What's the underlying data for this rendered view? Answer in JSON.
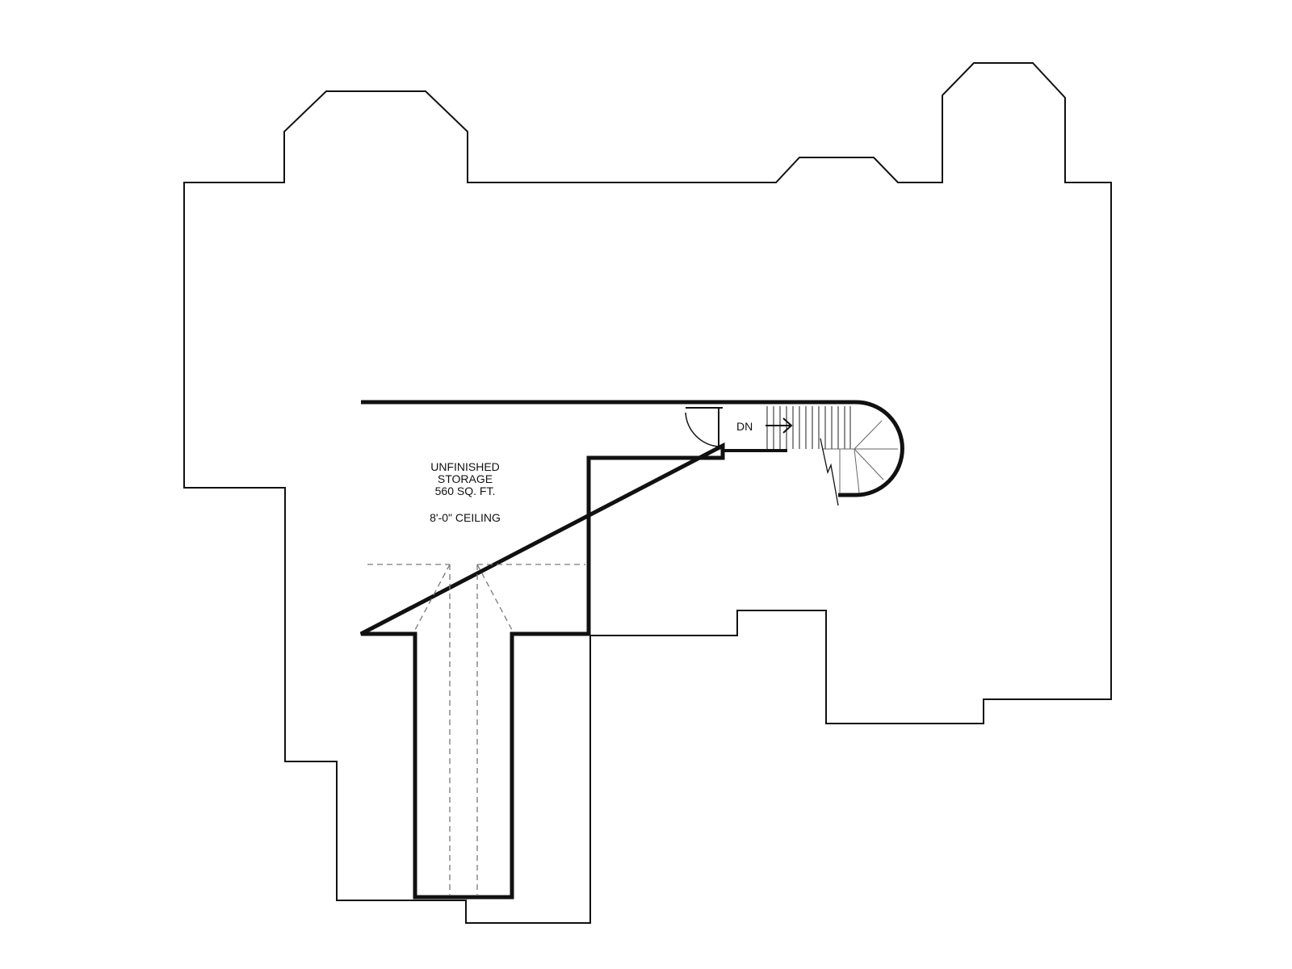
{
  "plan": {
    "room": {
      "line1": "UNFINISHED",
      "line2": "STORAGE",
      "line3": "560 SQ. FT.",
      "ceiling": "8'-0\" CEILING"
    },
    "stair_label": "DN"
  },
  "colors": {
    "background": "#ffffff",
    "line": "#111111",
    "dashed": "#7a7a7a"
  }
}
